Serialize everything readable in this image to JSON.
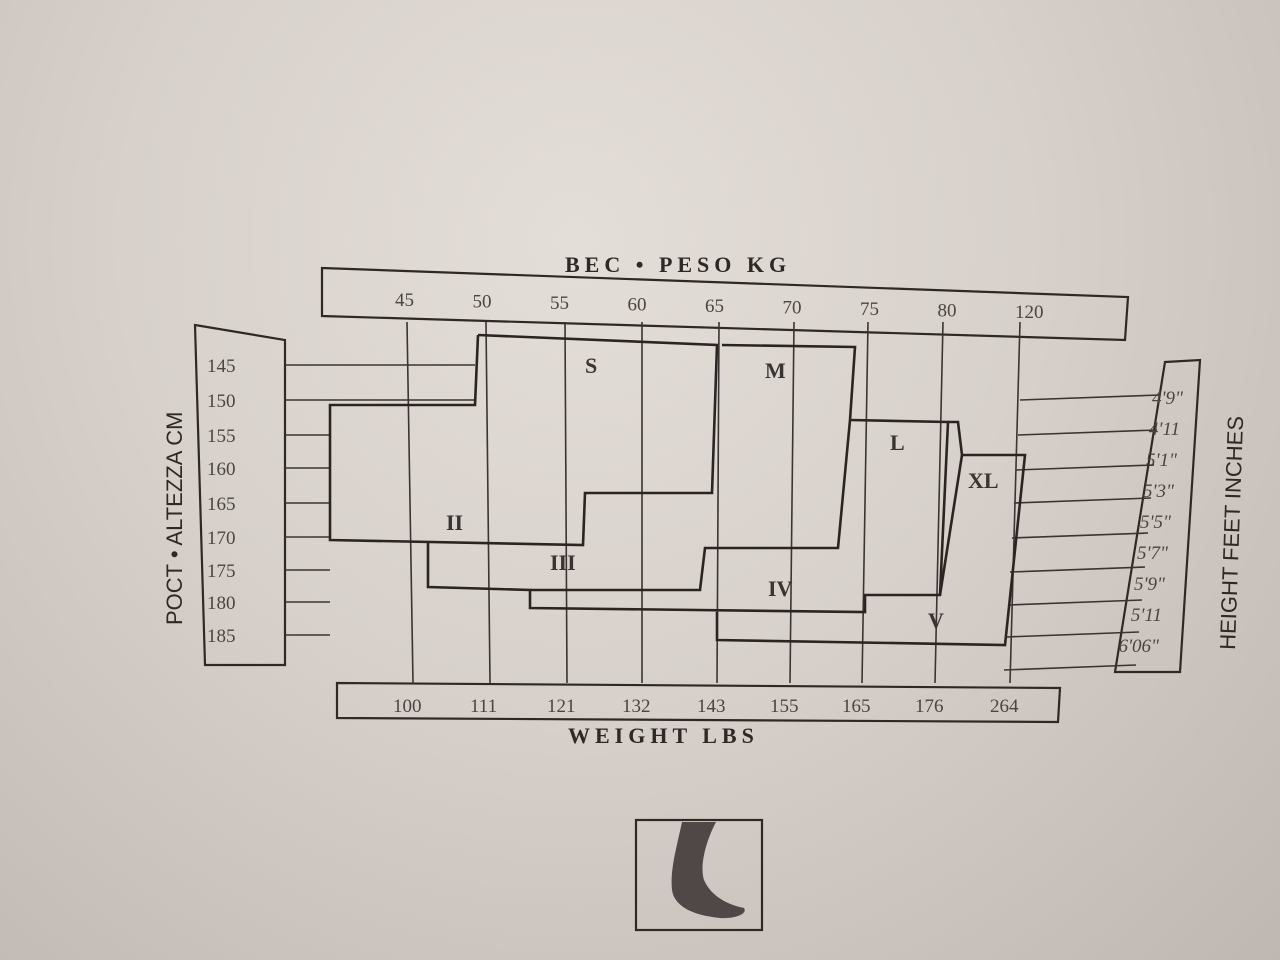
{
  "chart_data": {
    "type": "table",
    "title": "Size chart",
    "top_axis": {
      "title": "BEC • PESO KG",
      "ticks": [
        "45",
        "50",
        "55",
        "60",
        "65",
        "70",
        "75",
        "80",
        "120"
      ]
    },
    "bottom_axis": {
      "title": "WEIGHT LBS",
      "ticks": [
        "100",
        "111",
        "121",
        "132",
        "143",
        "155",
        "165",
        "176",
        "264"
      ]
    },
    "left_axis": {
      "title": "POCT • ALTEZZA CM",
      "ticks": [
        "145",
        "150",
        "155",
        "160",
        "165",
        "170",
        "175",
        "180",
        "185"
      ]
    },
    "right_axis": {
      "title": "HEIGHT FEET INCHES",
      "ticks": [
        "4'9\"",
        "4'11",
        "5'1\"",
        "5'3\"",
        "5'5\"",
        "5'7\"",
        "5'9\"",
        "5'11",
        "6'06\""
      ]
    },
    "sizes": [
      "S",
      "M",
      "L",
      "XL",
      "II",
      "III",
      "IV",
      "V"
    ]
  }
}
